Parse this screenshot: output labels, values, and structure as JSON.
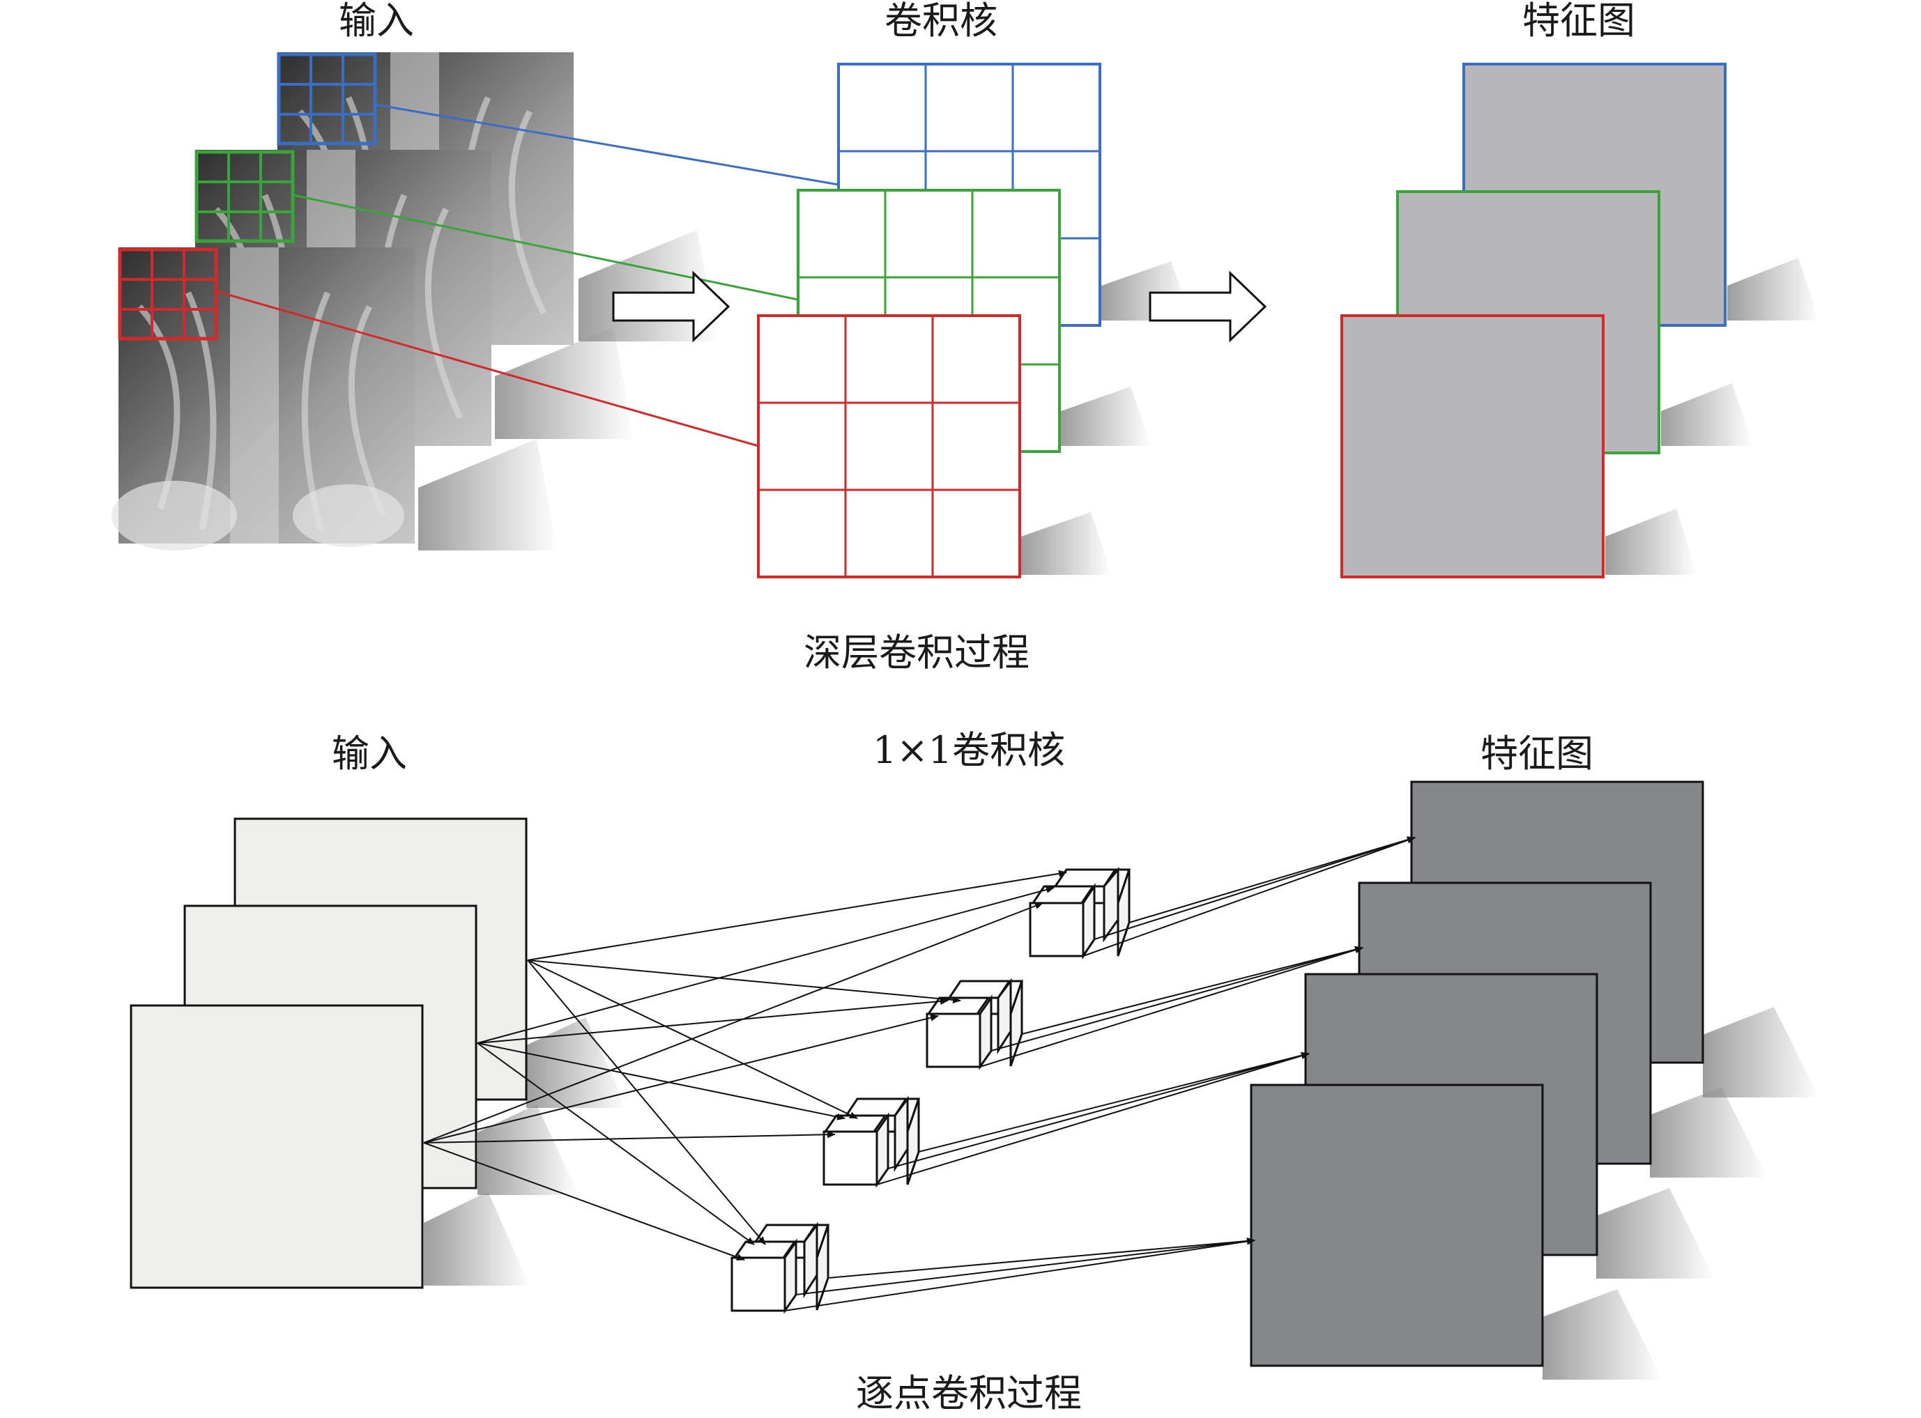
{
  "top": {
    "input_label": "输入",
    "kernel_label": "卷积核",
    "feature_label": "特征图",
    "caption": "深层卷积过程",
    "channel_colors": [
      "#d12a2a",
      "#3aa43a",
      "#3a6ec2"
    ],
    "feature_fill": "#b7b6b8"
  },
  "bottom": {
    "input_label": "输入",
    "kernel_label": "1×1卷积核",
    "feature_label": "特征图",
    "caption": "逐点卷积过程",
    "input_fill": "#eeeeed",
    "feature_fill": "#86878b"
  }
}
